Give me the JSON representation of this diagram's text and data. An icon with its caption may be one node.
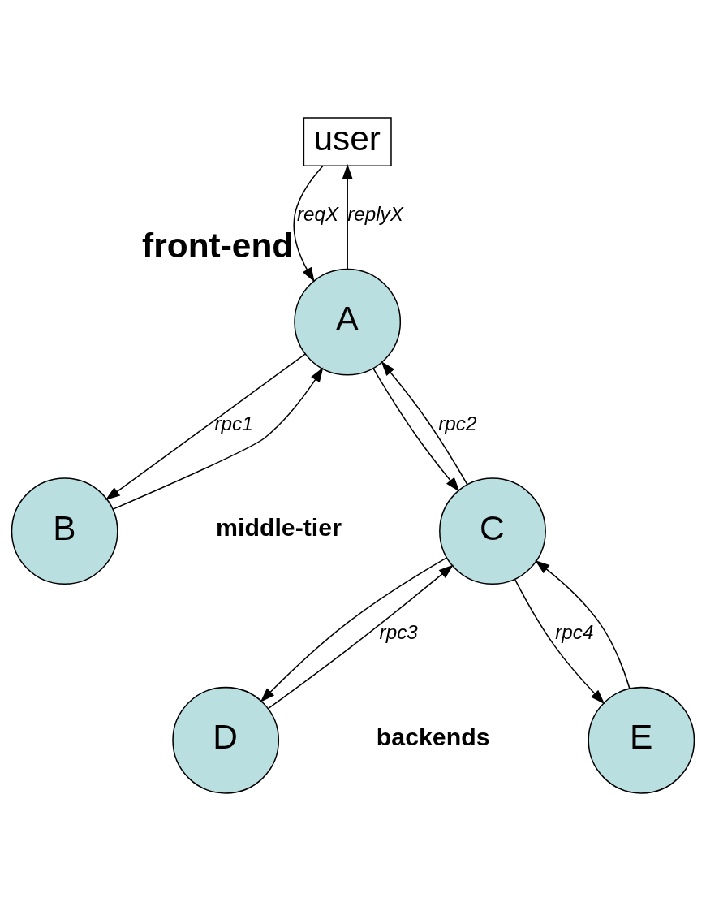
{
  "diagram": {
    "nodes": [
      {
        "text": [
          "user"
        ]
      },
      {
        "text": [
          "A"
        ],
        "beside": [
          "front-end"
        ]
      },
      {
        "text": [
          "B"
        ]
      },
      {
        "text": [
          "C"
        ]
      },
      {
        "text": [
          "D"
        ]
      },
      {
        "text": [
          "E"
        ]
      }
    ],
    "edges": [
      {
        "from": 0,
        "to": 1,
        "arrow": "to",
        "label": "reqX"
      },
      {
        "from": 1,
        "to": 0,
        "arrow": "to",
        "label": "replyX"
      },
      {
        "from": 1,
        "to": 2,
        "arrow": "to",
        "label": "rpc1"
      },
      {
        "from": 2,
        "to": 1,
        "arrow": "to"
      },
      {
        "from": 3,
        "to": 1,
        "arrow": "to",
        "label": "rpc2"
      },
      {
        "from": 1,
        "to": 3,
        "arrow": "to"
      },
      {
        "from": 4,
        "to": 3,
        "arrow": "to",
        "label": "rpc3"
      },
      {
        "from": 3,
        "to": 4,
        "arrow": "to"
      },
      {
        "from": 3,
        "to": 5,
        "arrow": "to",
        "label": "rpc4"
      },
      {
        "from": 5,
        "to": 3,
        "arrow": "to"
      }
    ],
    "labels": [
      "middle-tier",
      "backends"
    ]
  }
}
